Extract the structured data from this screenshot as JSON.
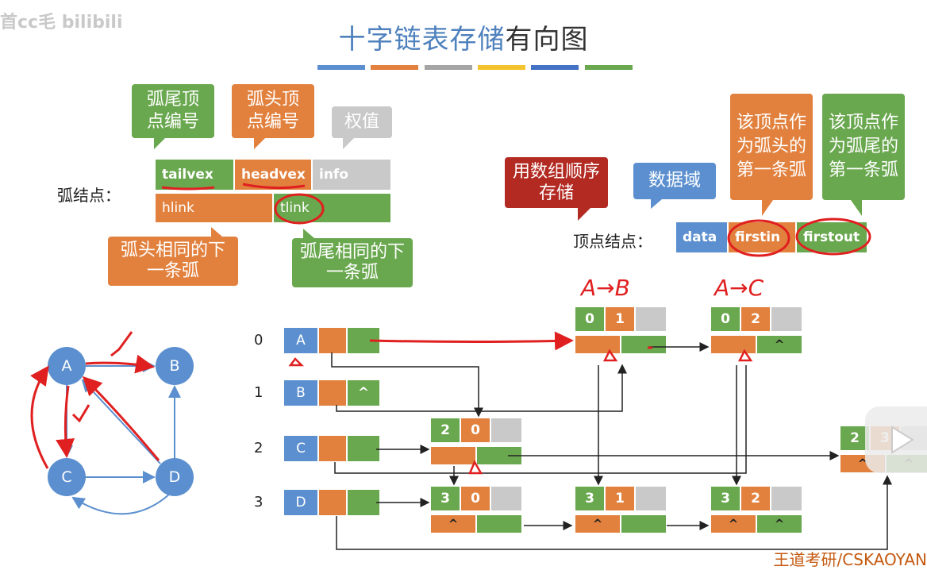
{
  "watermark": "首cc毛 bilibili",
  "title": {
    "part1": "十字链表存储",
    "part2": "有向图"
  },
  "arc_node": {
    "label": "弧结点：",
    "fields": [
      "tailvex",
      "headvex",
      "info",
      "hlink",
      "tlink"
    ],
    "bubbles": {
      "tail_vertex": "弧尾顶点编号",
      "head_vertex": "弧头顶点编号",
      "weight": "权值",
      "same_head_next": "弧头相同的下一条弧",
      "same_tail_next": "弧尾相同的下一条弧"
    }
  },
  "vertex_node": {
    "label": "顶点结点：",
    "fields": [
      "data",
      "firstin",
      "firstout"
    ],
    "bubbles": {
      "array": "用数组顺序存储",
      "data_field": "数据域",
      "firstin": "该顶点作为弧头的第一条弧",
      "firstout": "该顶点作为弧尾的第一条弧"
    }
  },
  "vertices": [
    {
      "index": "0",
      "data": "A",
      "firstout_symbol": ""
    },
    {
      "index": "1",
      "data": "B",
      "firstout_symbol": "^"
    },
    {
      "index": "2",
      "data": "C",
      "firstout_symbol": ""
    },
    {
      "index": "3",
      "data": "D",
      "firstout_symbol": ""
    }
  ],
  "arcs": [
    {
      "tail": "0",
      "head": "1",
      "hlink": "",
      "tlink": ""
    },
    {
      "tail": "0",
      "head": "2",
      "hlink": "",
      "tlink": "^"
    },
    {
      "tail": "2",
      "head": "0",
      "hlink": "",
      "tlink": ""
    },
    {
      "tail": "2",
      "head": "3",
      "hlink": "^",
      "tlink": "^"
    },
    {
      "tail": "3",
      "head": "0",
      "hlink": "^",
      "tlink": ""
    },
    {
      "tail": "3",
      "head": "1",
      "hlink": "^",
      "tlink": ""
    },
    {
      "tail": "3",
      "head": "2",
      "hlink": "^",
      "tlink": "^"
    }
  ],
  "annotations": {
    "a_to_b": "A→B",
    "a_to_c": "A→C"
  },
  "graph_nodes": [
    "A",
    "B",
    "C",
    "D"
  ],
  "footer": "王道考研/CSKAOYAN"
}
